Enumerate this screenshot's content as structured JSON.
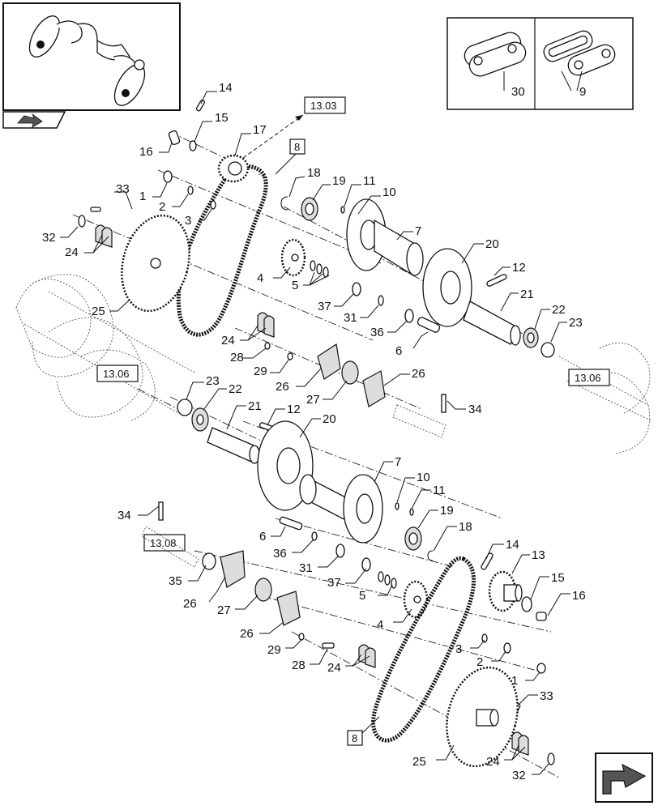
{
  "diagram": {
    "callouts": [
      "1",
      "2",
      "3",
      "4",
      "5",
      "6",
      "7",
      "8",
      "9",
      "10",
      "11",
      "12",
      "13",
      "14",
      "15",
      "16",
      "17",
      "18",
      "19",
      "20",
      "21",
      "22",
      "23",
      "24",
      "25",
      "26",
      "27",
      "28",
      "29",
      "30",
      "31",
      "32",
      "33",
      "34",
      "35",
      "36",
      "37"
    ],
    "reference_boxes": [
      "13.03",
      "13.06",
      "13.08",
      "8"
    ]
  }
}
